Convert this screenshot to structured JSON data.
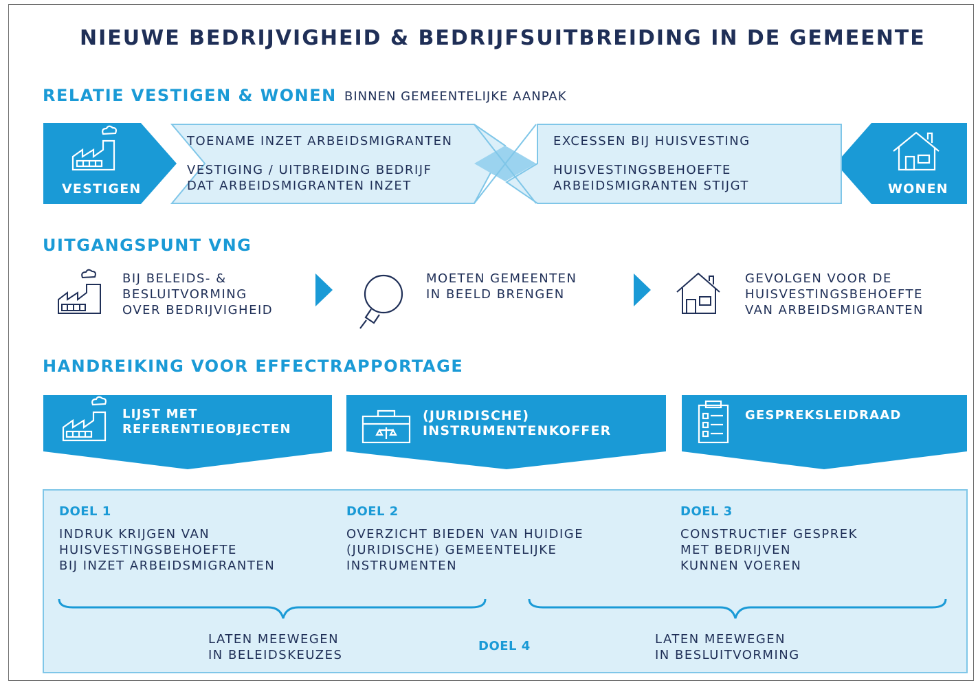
{
  "title": "NIEUWE BEDRIJVIGHEID & BEDRIJFSUITBREIDING IN DE GEMEENTE",
  "section1": {
    "heading": "RELATIE VESTIGEN & WONEN",
    "subheading": "BINNEN GEMEENTELIJKE AANPAK",
    "left_label": "VESTIGEN",
    "right_label": "WONEN",
    "left_box": {
      "line1": "TOENAME INZET ARBEIDSMIGRANTEN",
      "line2a": "VESTIGING / UITBREIDING BEDRIJF",
      "line2b": "DAT ARBEIDSMIGRANTEN INZET"
    },
    "right_box": {
      "line1": "EXCESSEN BIJ HUISVESTING",
      "line2a": "HUISVESTINGSBEHOEFTE",
      "line2b": "ARBEIDSMIGRANTEN STIJGT"
    }
  },
  "section2": {
    "heading": "UITGANGSPUNT VNG",
    "steps": [
      {
        "lines": [
          "BIJ BELEIDS- &",
          "BESLUITVORMING",
          "OVER BEDRIJVIGHEID"
        ],
        "icon": "factory-icon"
      },
      {
        "lines": [
          "MOETEN GEMEENTEN",
          "IN BEELD BRENGEN"
        ],
        "icon": "magnifier-icon"
      },
      {
        "lines": [
          "GEVOLGEN VOOR DE",
          "HUISVESTINGSBEHOEFTE",
          "VAN ARBEIDSMIGRANTEN"
        ],
        "icon": "house-icon"
      }
    ]
  },
  "section3": {
    "heading": "HANDREIKING VOOR EFFECTRAPPORTAGE",
    "tools": [
      {
        "lines": [
          "LIJST MET",
          "REFERENTIEOBJECTEN"
        ],
        "icon": "factory-icon"
      },
      {
        "lines": [
          "(JURIDISCHE)",
          "INSTRUMENTENKOFFER"
        ],
        "icon": "toolbox-icon"
      },
      {
        "lines": [
          "GESPREKSLEIDRAAD"
        ],
        "icon": "clipboard-icon"
      }
    ],
    "goals": [
      {
        "head": "DOEL 1",
        "lines": [
          "INDRUK KRIJGEN VAN",
          "HUISVESTINGSBEHOEFTE",
          "BIJ INZET ARBEIDSMIGRANTEN"
        ]
      },
      {
        "head": "DOEL 2",
        "lines": [
          "OVERZICHT BIEDEN VAN HUIDIGE",
          "(JURIDISCHE) GEMEENTELIJKE",
          "INSTRUMENTEN"
        ]
      },
      {
        "head": "DOEL 3",
        "lines": [
          "CONSTRUCTIEF GESPREK",
          "MET BEDRIJVEN",
          "KUNNEN VOEREN"
        ]
      }
    ],
    "doel4": "DOEL 4",
    "left_outcome": [
      "LATEN MEEWEGEN",
      "IN BELEIDSKEUZES"
    ],
    "right_outcome": [
      "LATEN MEEWEGEN",
      "IN BESLUITVORMING"
    ]
  },
  "colors": {
    "blue": "#1a9ad6",
    "light_blue": "#dbeff9",
    "navy": "#1f2f57"
  }
}
